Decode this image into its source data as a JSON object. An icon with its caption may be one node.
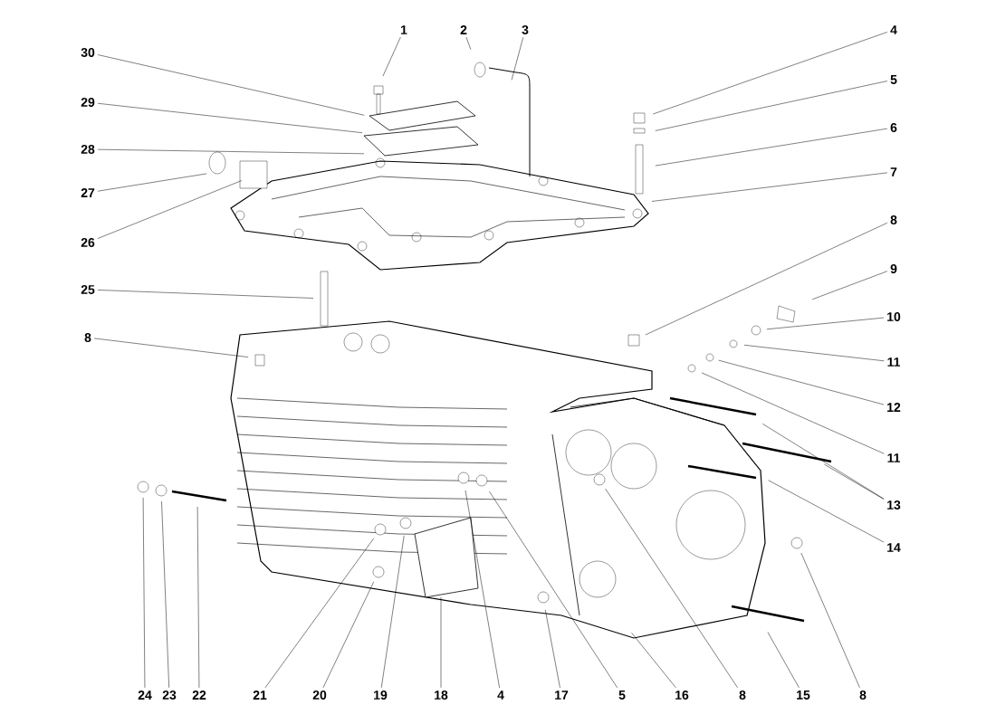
{
  "diagram": {
    "nodes": [
      {
        "text": [
          "1"
        ]
      },
      {
        "text": [
          "2"
        ]
      },
      {
        "text": [
          "3"
        ]
      },
      {
        "text": [
          "4"
        ]
      },
      {
        "text": [
          "5"
        ]
      },
      {
        "text": [
          "6"
        ]
      },
      {
        "text": [
          "7"
        ]
      },
      {
        "text": [
          "30"
        ]
      },
      {
        "text": [
          "29"
        ]
      },
      {
        "text": [
          "28"
        ]
      },
      {
        "text": [
          "27"
        ]
      },
      {
        "text": [
          "26"
        ]
      },
      {
        "text": [
          "8"
        ]
      },
      {
        "text": [
          "9"
        ]
      },
      {
        "text": [
          "10"
        ]
      },
      {
        "text": [
          "11"
        ]
      },
      {
        "text": [
          "12"
        ]
      },
      {
        "text": [
          "11"
        ]
      },
      {
        "text": [
          "13"
        ]
      },
      {
        "text": [
          "14"
        ]
      },
      {
        "text": [
          "25"
        ]
      },
      {
        "text": [
          "8"
        ]
      },
      {
        "text": [
          "24"
        ]
      },
      {
        "text": [
          "23"
        ]
      },
      {
        "text": [
          "22"
        ]
      },
      {
        "text": [
          "21"
        ]
      },
      {
        "text": [
          "20"
        ]
      },
      {
        "text": [
          "19"
        ]
      },
      {
        "text": [
          "18"
        ]
      },
      {
        "text": [
          "4"
        ]
      },
      {
        "text": [
          "17"
        ]
      },
      {
        "text": [
          "5"
        ]
      },
      {
        "text": [
          "16"
        ]
      },
      {
        "text": [
          "8"
        ]
      },
      {
        "text": [
          "15"
        ]
      },
      {
        "text": [
          "8"
        ]
      }
    ],
    "edges": [
      {
        "from": 0,
        "to": null,
        "arrow": "none"
      },
      {
        "from": 1,
        "to": null,
        "arrow": "none"
      },
      {
        "from": 2,
        "to": null,
        "arrow": "none"
      },
      {
        "from": 3,
        "to": null,
        "arrow": "none"
      },
      {
        "from": 4,
        "to": null,
        "arrow": "none"
      },
      {
        "from": 5,
        "to": null,
        "arrow": "none"
      },
      {
        "from": 6,
        "to": null,
        "arrow": "none"
      },
      {
        "from": 7,
        "to": null,
        "arrow": "none"
      },
      {
        "from": 8,
        "to": null,
        "arrow": "none"
      },
      {
        "from": 9,
        "to": null,
        "arrow": "none"
      },
      {
        "from": 10,
        "to": null,
        "arrow": "none"
      },
      {
        "from": 11,
        "to": null,
        "arrow": "none"
      },
      {
        "from": 12,
        "to": null,
        "arrow": "none"
      },
      {
        "from": 13,
        "to": null,
        "arrow": "none"
      },
      {
        "from": 14,
        "to": null,
        "arrow": "none"
      },
      {
        "from": 15,
        "to": null,
        "arrow": "none"
      },
      {
        "from": 16,
        "to": null,
        "arrow": "none"
      },
      {
        "from": 17,
        "to": null,
        "arrow": "none"
      },
      {
        "from": 18,
        "to": null,
        "arrow": "none"
      },
      {
        "from": 18,
        "to": null,
        "arrow": "none"
      },
      {
        "from": 19,
        "to": null,
        "arrow": "none"
      },
      {
        "from": 20,
        "to": null,
        "arrow": "none"
      },
      {
        "from": 21,
        "to": null,
        "arrow": "none"
      },
      {
        "from": 22,
        "to": null,
        "arrow": "none"
      },
      {
        "from": 23,
        "to": null,
        "arrow": "none"
      },
      {
        "from": 24,
        "to": null,
        "arrow": "none"
      },
      {
        "from": 25,
        "to": null,
        "arrow": "none"
      },
      {
        "from": 26,
        "to": null,
        "arrow": "none"
      },
      {
        "from": 27,
        "to": null,
        "arrow": "none"
      },
      {
        "from": 28,
        "to": null,
        "arrow": "none"
      },
      {
        "from": 29,
        "to": null,
        "arrow": "none"
      },
      {
        "from": 30,
        "to": null,
        "arrow": "none"
      },
      {
        "from": 31,
        "to": null,
        "arrow": "none"
      },
      {
        "from": 32,
        "to": null,
        "arrow": "none"
      },
      {
        "from": 33,
        "to": null,
        "arrow": "none"
      },
      {
        "from": 34,
        "to": null,
        "arrow": "none"
      },
      {
        "from": 35,
        "to": null,
        "arrow": "none"
      }
    ]
  }
}
